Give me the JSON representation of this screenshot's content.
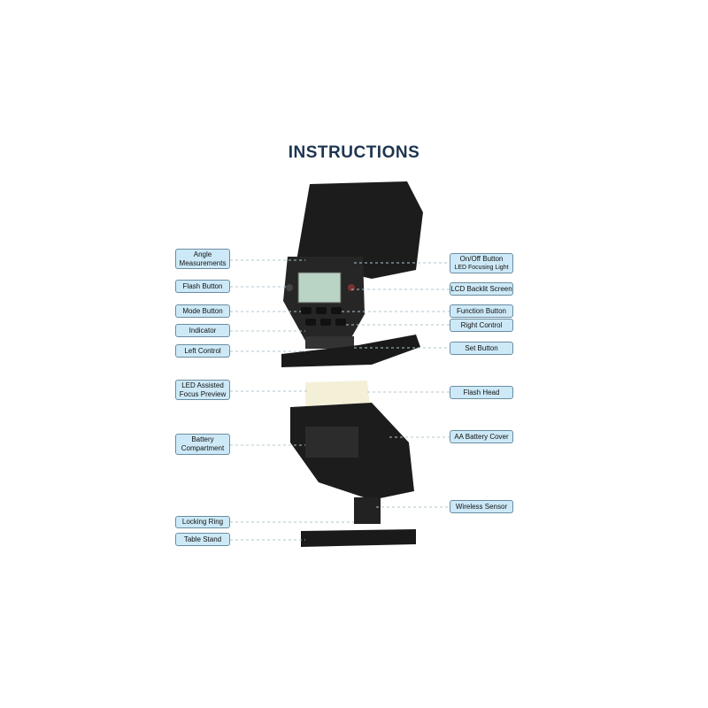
{
  "title": "INSTRUCTIONS",
  "left_labels": [
    "Angle Measurements",
    "Flash Button",
    "Mode Button",
    "Indicator",
    "Left Control",
    "LED Assisted Focus Preview",
    "Battery Compartment",
    "Locking Ring",
    "Table Stand"
  ],
  "right_labels": [
    "On/Off Button",
    "LED Focusing Light",
    "LCD Backlit Screen",
    "Function Button",
    "Right Control",
    "Set Button",
    "Flash Head",
    "AA Battery Cover",
    "Wireless Sensor"
  ]
}
